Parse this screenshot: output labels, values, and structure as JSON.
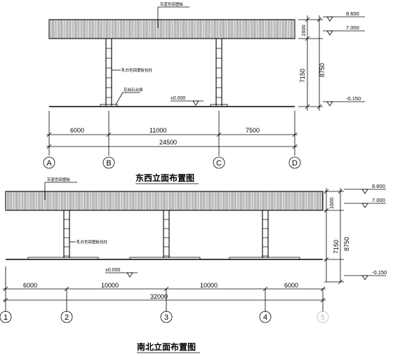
{
  "elev1": {
    "title": "东西立面布置图",
    "roof_note": "灰蓝色铝塑板",
    "col_note": "乳白色铝塑板包柱",
    "base_note": "花岗石台面",
    "ground": "±0.000",
    "levels": [
      "8.600",
      "7.000",
      "-0.150"
    ],
    "vdims": [
      "1600",
      "7150",
      "8750"
    ],
    "spans": [
      "6000",
      "11000",
      "7500"
    ],
    "total": "24500",
    "axes": [
      "A",
      "B",
      "C",
      "D"
    ]
  },
  "elev2": {
    "title": "南北立面布置图",
    "roof_note": "灰蓝色铝塑板",
    "col_note": "乳白色铝塑板包柱",
    "ground": "±0.000",
    "levels": [
      "8.600",
      "7.000",
      "-0.150"
    ],
    "vdims": [
      "1600",
      "7150",
      "8750"
    ],
    "spans": [
      "6000",
      "10000",
      "10000",
      "6000"
    ],
    "total": "32000",
    "axes": [
      "1",
      "2",
      "3",
      "4",
      "5"
    ]
  }
}
